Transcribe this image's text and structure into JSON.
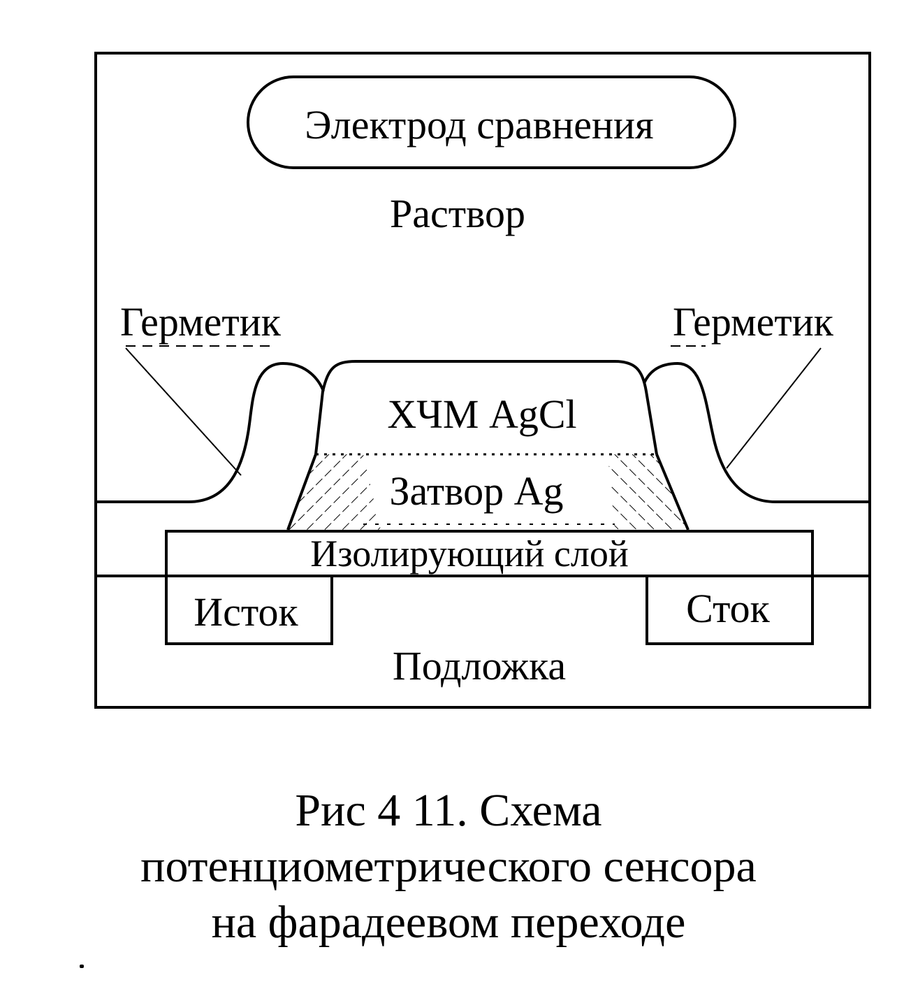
{
  "diagram": {
    "reference_electrode": "Электрод сравнения",
    "solution": "Раствор",
    "sealant_left": "Герметик",
    "sealant_right": "Герметик",
    "membrane": "ХЧМ AgCl",
    "gate": "Затвор Ag",
    "insulating_layer": "Изолирующий слой",
    "source": "Исток",
    "drain": "Сток",
    "substrate": "Подложка"
  },
  "caption": {
    "line1": "Рис  4 11. Схема",
    "line2": "потенциометрического сенсора",
    "line3": "на фарадеевом переходе"
  },
  "colors": {
    "ink": "#000000",
    "paper": "#ffffff"
  }
}
